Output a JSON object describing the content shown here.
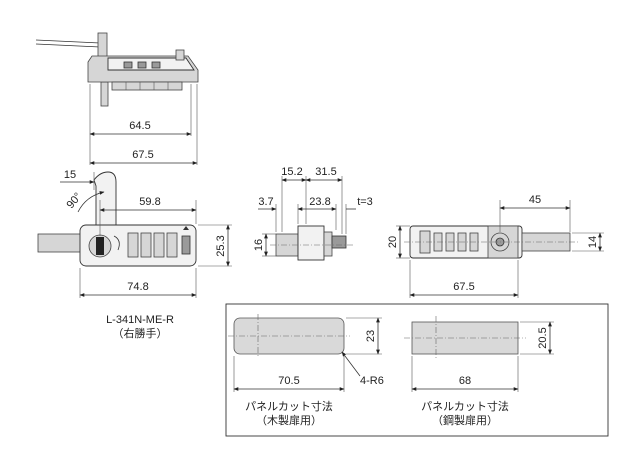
{
  "top_view": {
    "dim_64_5": "64.5",
    "dim_67_5": "67.5"
  },
  "front_view": {
    "dim_15": "15",
    "dim_angle": "90°",
    "dim_59_8": "59.8",
    "dim_25_3": "25.3",
    "dim_74_8": "74.8",
    "model": "L-341N-ME-R",
    "handing": "（右勝手）"
  },
  "side_view": {
    "dim_15_2": "15.2",
    "dim_31_5": "31.5",
    "dim_3_7": "3.7",
    "dim_23_8": "23.8",
    "dim_t3": "t=3",
    "dim_16": "16"
  },
  "back_view": {
    "dim_45": "45",
    "dim_20": "20",
    "dim_14": "14",
    "dim_67_5": "67.5"
  },
  "panel_cut": {
    "wood": {
      "dim_w": "70.5",
      "dim_h": "23",
      "dim_r": "4-R6",
      "title": "パネルカット寸法",
      "sub": "（木製扉用）"
    },
    "steel": {
      "dim_w": "68",
      "dim_h": "20.5",
      "title": "パネルカット寸法",
      "sub": "（鋼製扉用）"
    }
  }
}
